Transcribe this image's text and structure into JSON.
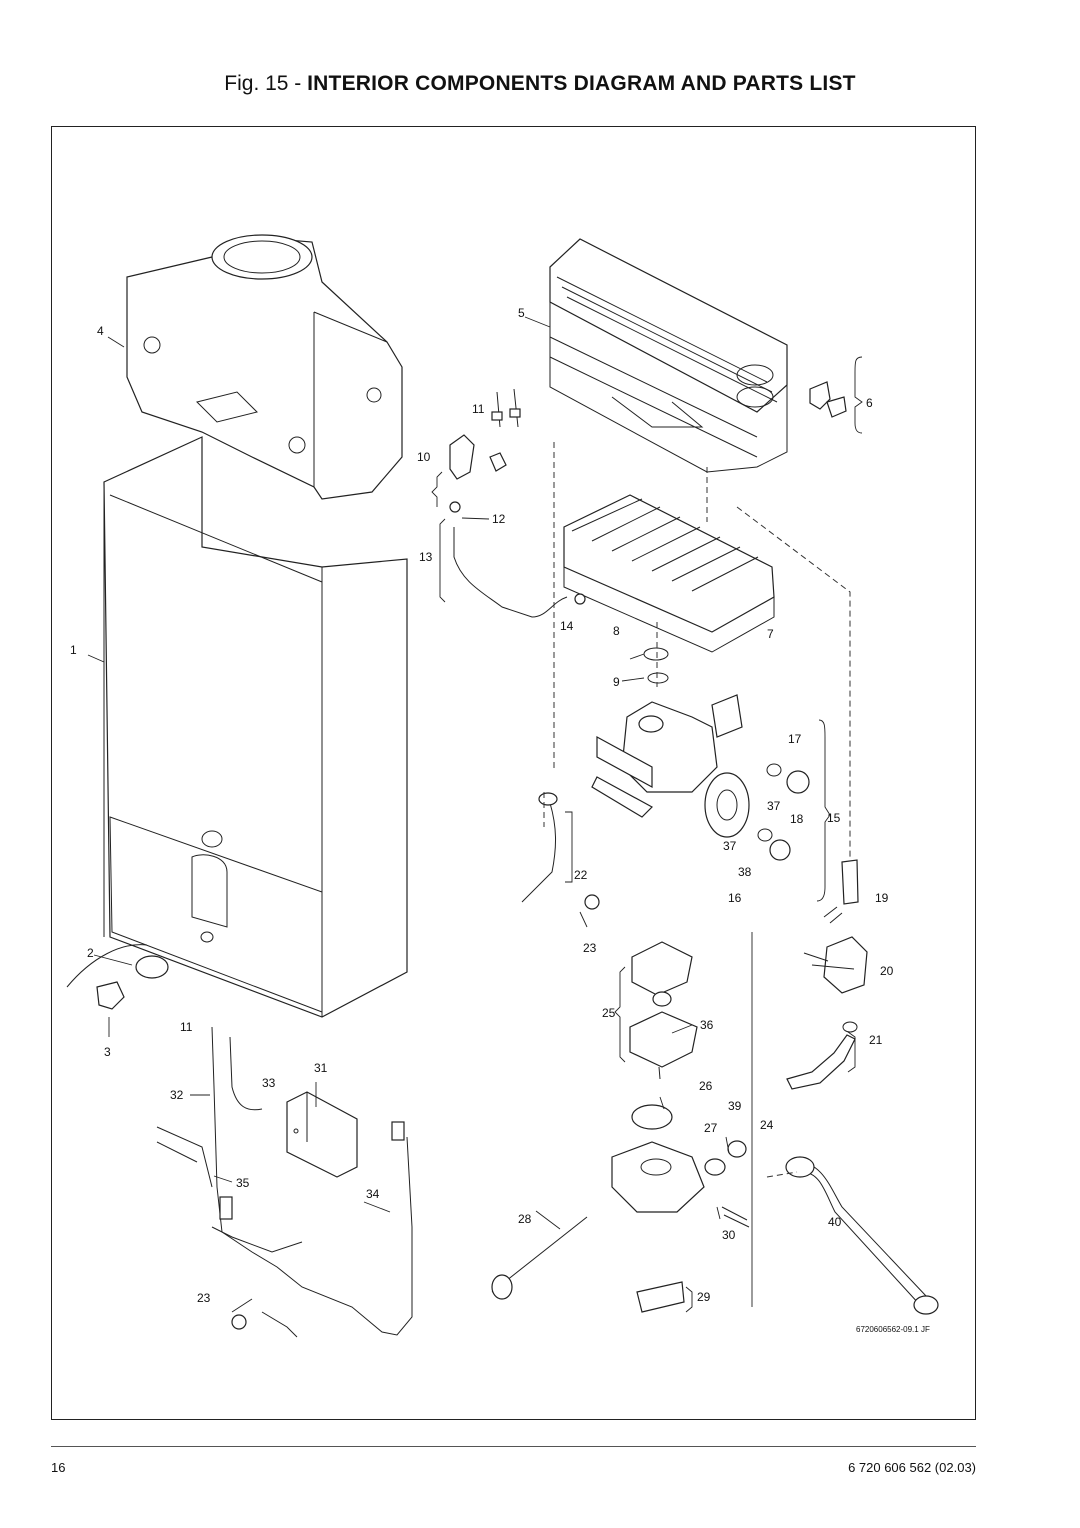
{
  "title": {
    "prefix": "Fig. 15 - ",
    "main": "INTERIOR COMPONENTS DIAGRAM AND PARTS LIST"
  },
  "callouts": [
    "1",
    "2",
    "3",
    "4",
    "5",
    "6",
    "7",
    "8",
    "9",
    "10",
    "11",
    "12",
    "13",
    "14",
    "15",
    "16",
    "17",
    "18",
    "19",
    "20",
    "21",
    "22",
    "23",
    "24",
    "25",
    "26",
    "27",
    "28",
    "29",
    "30",
    "31",
    "32",
    "33",
    "34",
    "35",
    "36",
    "37",
    "38",
    "39",
    "40",
    "11",
    "37",
    "23"
  ],
  "drawing_code": "6720606562-09.1 JF",
  "footer": {
    "page_number": "16",
    "document_number": "6 720 606 562 (02.03)"
  }
}
